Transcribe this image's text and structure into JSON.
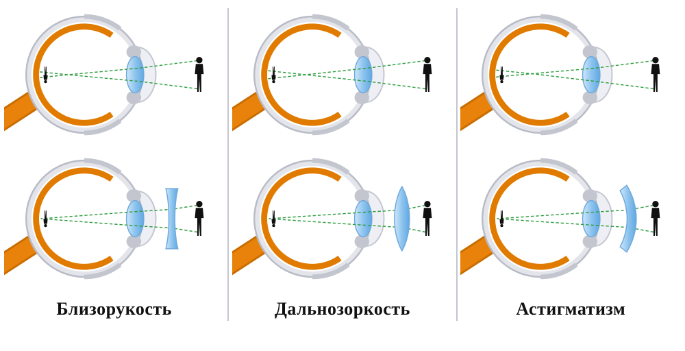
{
  "title": "Eye refraction disorders diagram",
  "panels": [
    {
      "label": "Близорукость",
      "condition": "myopia",
      "corrective_lens": "concave-diverging-lens",
      "top_diagram": "uncorrected-eye-with-crossed-rays",
      "bottom_diagram": "eye-corrected-with-concave-lens"
    },
    {
      "label": "Дальнозоркость",
      "condition": "hyperopia",
      "corrective_lens": "convex-converging-lens",
      "top_diagram": "uncorrected-eye-with-crossed-rays",
      "bottom_diagram": "eye-corrected-with-convex-lens"
    },
    {
      "label": "Астигматизм",
      "condition": "astigmatism",
      "corrective_lens": "cylindrical-meniscus-lens",
      "top_diagram": "uncorrected-eye-with-crossed-rays",
      "bottom_diagram": "eye-corrected-with-cylindrical-lens"
    }
  ],
  "colors": {
    "background": "#ffffff",
    "retina_orange": "#e07b00",
    "optic_nerve_orange": "#e8820a",
    "sclera_gray": "#c3c6cf",
    "lens_blue_light": "#cfe7fa",
    "lens_blue_dark": "#5fa8e2",
    "ray_green": "#2f9e41",
    "silhouette_black": "#101010",
    "divider_gray": "#c3c6cf",
    "label_color": "#111111"
  }
}
